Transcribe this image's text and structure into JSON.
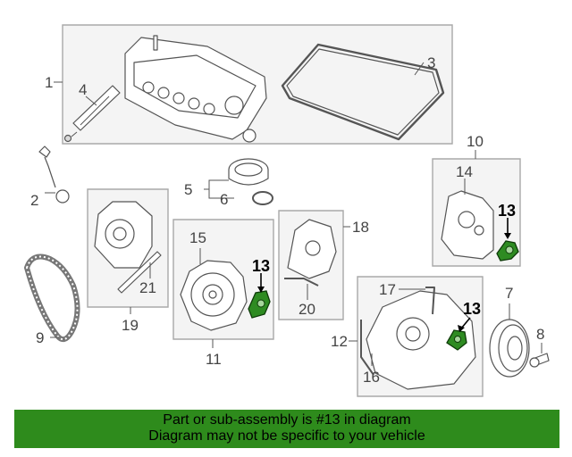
{
  "diagram": {
    "labels": {
      "n1": "1",
      "n2": "2",
      "n3": "3",
      "n4": "4",
      "n5": "5",
      "n6": "6",
      "n7": "7",
      "n8": "8",
      "n9": "9",
      "n10": "10",
      "n11": "11",
      "n12": "12",
      "n13a": "13",
      "n13b": "13",
      "n13c": "13",
      "n14": "14",
      "n15": "15",
      "n16": "16",
      "n17": "17",
      "n18": "18",
      "n19": "19",
      "n20": "20",
      "n21": "21"
    },
    "highlight_color": "#2e8b22"
  },
  "banner": {
    "line1": "Part or sub-assembly is #13 in diagram",
    "line2": "Diagram may not be specific to your vehicle",
    "background": "#2e8b1c"
  }
}
